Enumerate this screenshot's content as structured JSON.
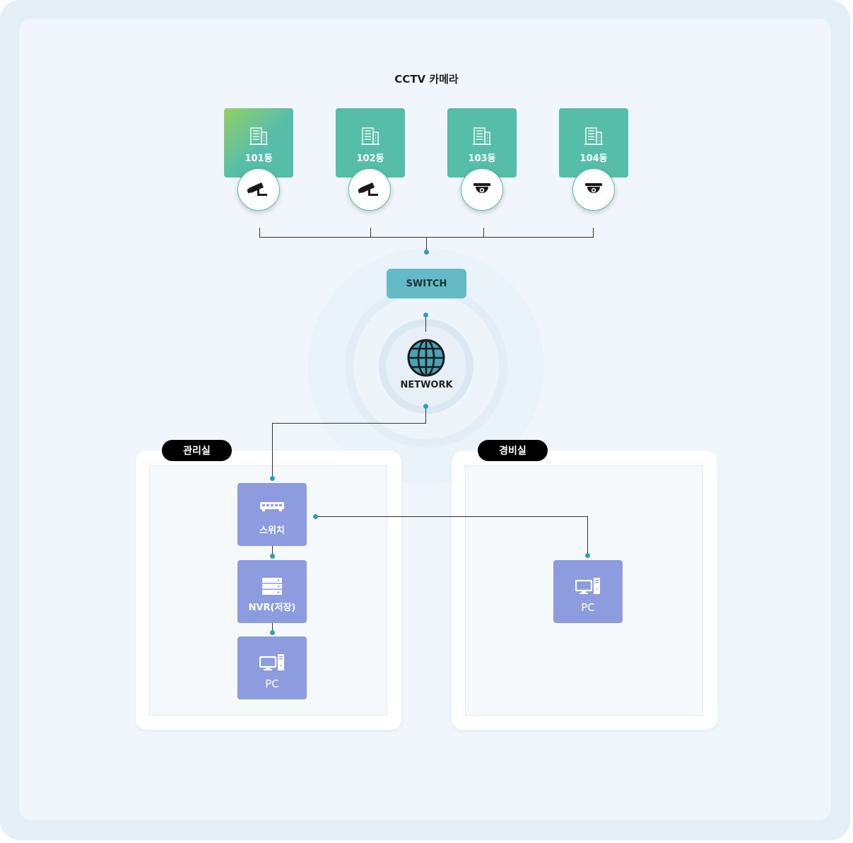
{
  "title": "CCTV 카메라",
  "buildings": [
    {
      "label": "101동",
      "camera": "bullet-camera-icon"
    },
    {
      "label": "102동",
      "camera": "bullet-camera-icon"
    },
    {
      "label": "103동",
      "camera": "dome-camera-icon"
    },
    {
      "label": "104동",
      "camera": "dome-camera-icon"
    }
  ],
  "switch_label": "SWITCH",
  "network_label": "NETWORK",
  "rooms": {
    "management": {
      "label": "관리실",
      "devices": [
        {
          "label": "스위치",
          "icon": "network-switch-icon"
        },
        {
          "label": "NVR(저장)",
          "icon": "server-icon"
        },
        {
          "label": "PC",
          "icon": "pc-icon"
        }
      ]
    },
    "security": {
      "label": "경비실",
      "devices": [
        {
          "label": "PC",
          "icon": "pc-icon"
        }
      ]
    }
  },
  "colors": {
    "building": "#56bda9",
    "switch": "#64bac7",
    "device": "#8c9cde",
    "connector_dot": "#2d9fb4",
    "line": "#333333"
  }
}
